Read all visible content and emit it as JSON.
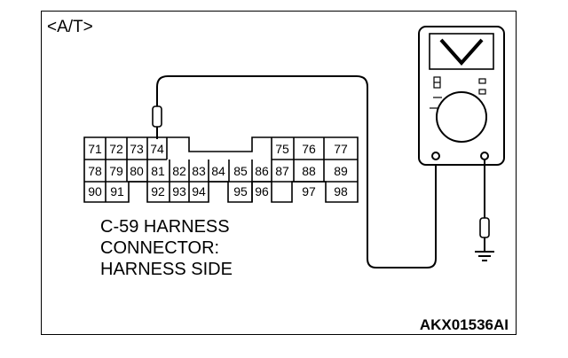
{
  "mode_label": "<A/T>",
  "connector": {
    "label_lines": [
      "C-59 HARNESS",
      "CONNECTOR:",
      "HARNESS SIDE"
    ],
    "pins": {
      "row1_left": [
        "71",
        "72",
        "73",
        "74"
      ],
      "row1_right": [
        "75",
        "76",
        "77"
      ],
      "row2": [
        "78",
        "79",
        "80",
        "81",
        "82",
        "83",
        "84",
        "85",
        "86",
        "87",
        "88",
        "89"
      ],
      "row3_a": [
        "90",
        "91"
      ],
      "row3_b": [
        "92",
        "93",
        "94"
      ],
      "row3_c": [
        "95",
        "96"
      ],
      "row3_d": [
        "97",
        "98"
      ]
    }
  },
  "figure_id": "AKX01536AI",
  "meter": {
    "mode_symbol": "V",
    "mode_icon": "voltmeter-v-icon",
    "probe_icon": "test-probe-icon",
    "ground_icon": "ground-symbol-icon"
  },
  "colors": {
    "line": "#000000",
    "background": "#ffffff"
  }
}
